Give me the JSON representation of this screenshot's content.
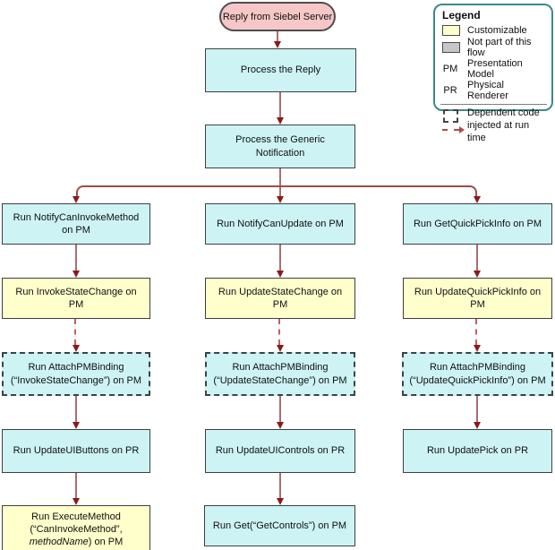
{
  "flow": {
    "start_label": "Reply from Siebel Server",
    "step_reply": "Process the Reply",
    "step_notification": "Process the Generic Notification"
  },
  "columns": [
    {
      "notify": "Run NotifyCanInvokeMethod on PM",
      "state_change": "Run InvokeStateChange on PM",
      "attach_line1": "Run AttachPMBinding",
      "attach_line2": "(“InvokeStateChange”) on PM",
      "update": "Run UpdateUIButtons on PR",
      "final_line1": "Run ExecuteMethod",
      "final_line2": "(“CanInvokeMethod”,",
      "final_italic": "methodName",
      "final_rest": ") on PM"
    },
    {
      "notify": "Run NotifyCanUpdate on PM",
      "state_change": "Run UpdateStateChange on PM",
      "attach_line1": "Run AttachPMBinding",
      "attach_line2": "(“UpdateStateChange”) on PM",
      "update": "Run UpdateUIControls on PR",
      "final": "Run Get(“GetControls”) on PM"
    },
    {
      "notify": "Run GetQuickPickInfo on PM",
      "state_change": "Run UpdateQuickPickInfo on PM",
      "attach_line1": "Run AttachPMBinding",
      "attach_line2": "(“UpdateQuickPickInfo”) on PM",
      "update": "Run UpdatePick on PR"
    }
  ],
  "legend": {
    "title": "Legend",
    "customizable": "Customizable",
    "not_part_of_flow": "Not part of this flow",
    "pm_abbr": "PM",
    "pm_label": "Presentation Model",
    "pr_abbr": "PR",
    "pr_label": "Physical Renderer",
    "dependent_line1": "Dependent code",
    "dependent_line2": "injected at run time"
  },
  "colors": {
    "node_cyan": "#CDF3F4",
    "node_yellow": "#FFFFCC",
    "start_pink": "#F7C7C7",
    "swatch_gray": "#C6C6C6",
    "connector_line": "#A86F6F",
    "connector_dashed": "#C06060",
    "arrowhead": "#8B1A1A",
    "legend_border": "#3A8A8A"
  }
}
